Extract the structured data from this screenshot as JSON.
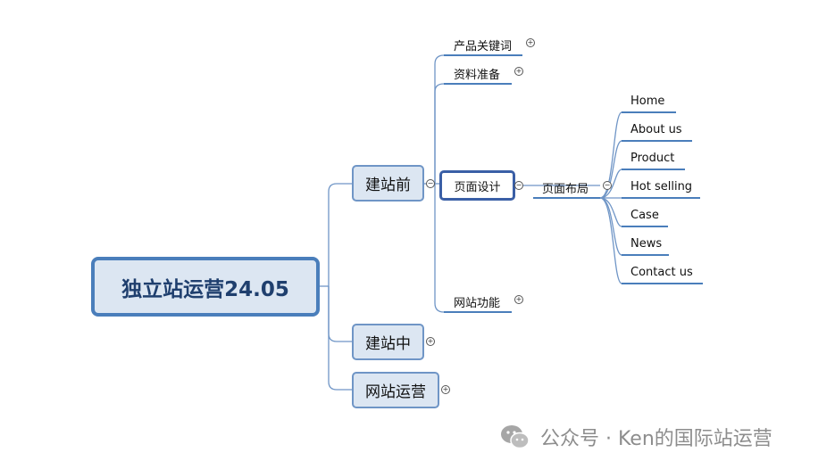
{
  "root": {
    "label": "独立站运营24.05"
  },
  "level1": {
    "before": "建站前",
    "during": "建站中",
    "operation": "网站运营"
  },
  "before_children": {
    "keywords": "产品关键词",
    "materials": "资料准备",
    "page_design": "页面设计",
    "site_function": "网站功能"
  },
  "page_layout": {
    "label": "页面布局"
  },
  "layout_items": [
    "Home",
    "About us",
    "Product",
    "Hot selling",
    "Case",
    "News",
    "Contact us"
  ],
  "toggle": {
    "expand": "+",
    "collapse": "−"
  },
  "watermark": {
    "text": "公众号 · Ken的国际站运营"
  }
}
